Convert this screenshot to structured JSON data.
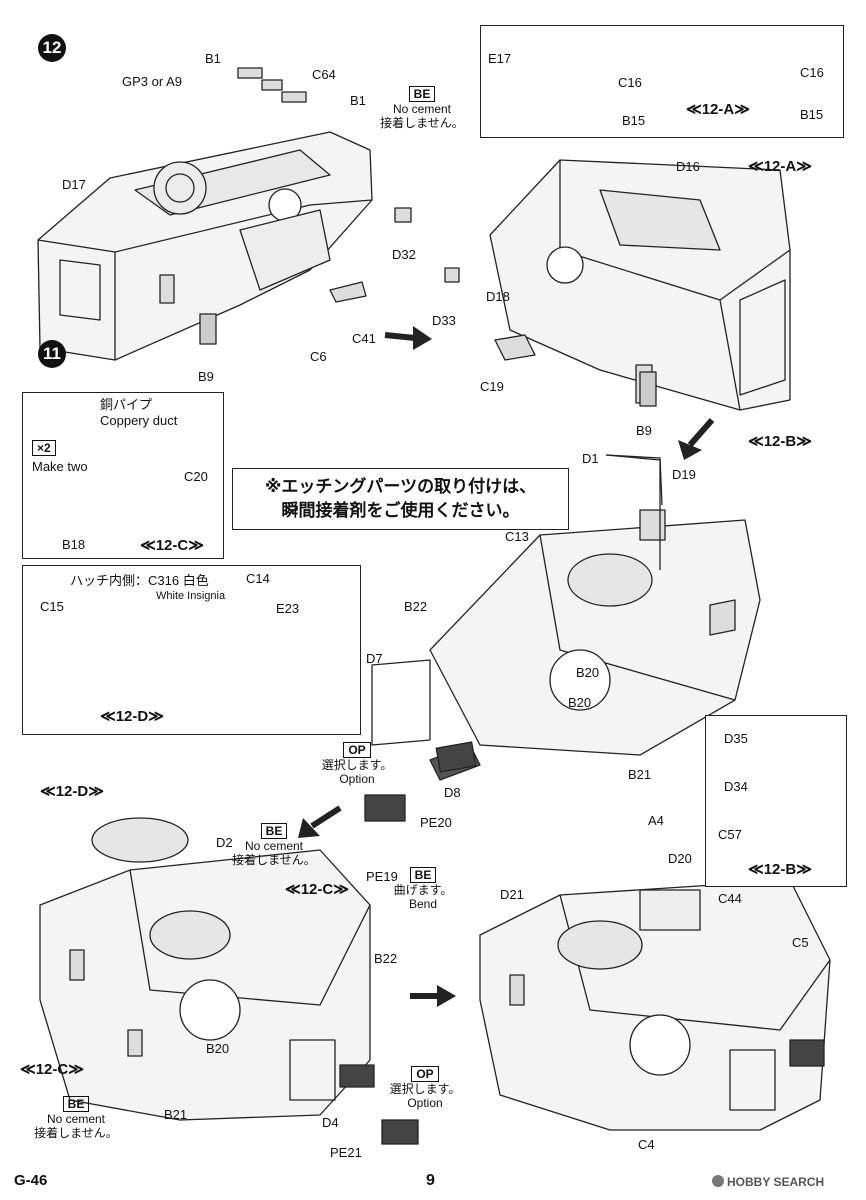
{
  "page": {
    "code": "G-46",
    "number": "9",
    "watermark": "HOBBY SEARCH"
  },
  "steps": {
    "s12": "12",
    "s11": "11"
  },
  "notice": {
    "line1": "※エッチングパーツの取り付けは、",
    "line2": "瞬間接着剤をご使用ください。"
  },
  "tags": {
    "be": "BE",
    "op": "OP",
    "no_cement_jp": "接着しません。",
    "no_cement_en": "No cement",
    "option_jp": "選択します。",
    "option_en": "Option",
    "bend_jp": "曲げます。",
    "bend_en": "Bend"
  },
  "sub": {
    "a": "≪12-A≫",
    "b": "≪12-B≫",
    "c": "≪12-C≫",
    "d": "≪12-D≫"
  },
  "c_box": {
    "x2": "×2",
    "make_two": "Make two",
    "pipe_jp": "銅パイプ",
    "pipe_en": "Coppery duct"
  },
  "d_box": {
    "hatch_inner": "ハッチ内側：C316 白色",
    "white_insignia": "White Insignia"
  },
  "parts": {
    "B1": "B1",
    "C64": "C64",
    "GP3A9": "GP3 or A9",
    "D17": "D17",
    "D32": "D32",
    "D33": "D33",
    "C41": "C41",
    "C6": "C6",
    "B9": "B9",
    "E17": "E17",
    "C16": "C16",
    "B15": "B15",
    "D16": "D16",
    "D18": "D18",
    "C19": "C19",
    "C20": "C20",
    "B18": "B18",
    "D1": "D1",
    "D19": "D19",
    "C13": "C13",
    "B22": "B22",
    "D7": "D7",
    "B20": "B20",
    "B21": "B21",
    "D8": "D8",
    "PE20": "PE20",
    "PE19": "PE19",
    "C14": "C14",
    "C15": "C15",
    "E23": "E23",
    "D35": "D35",
    "D34": "D34",
    "C57": "C57",
    "D2": "D2",
    "D4": "D4",
    "PE21": "PE21",
    "A4": "A4",
    "D20": "D20",
    "D21": "D21",
    "C44": "C44",
    "C5": "C5",
    "C4": "C4"
  }
}
